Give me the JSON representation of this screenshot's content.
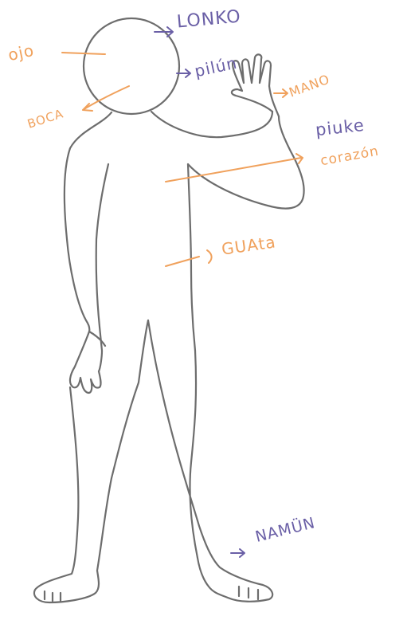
{
  "labels": {
    "ojo": "ojo",
    "boca": "BOCA",
    "lonko": "LONKO",
    "pilun": "pilún",
    "mano": "MANO",
    "piuke": "piuke",
    "corazon": "corazón",
    "guata": "GUAta",
    "namun": "NAMÜN"
  },
  "colors": {
    "spanish_ink": "#f0a15c",
    "mapudungun_ink": "#6a5fa6",
    "outline": "#6d6d6d"
  }
}
